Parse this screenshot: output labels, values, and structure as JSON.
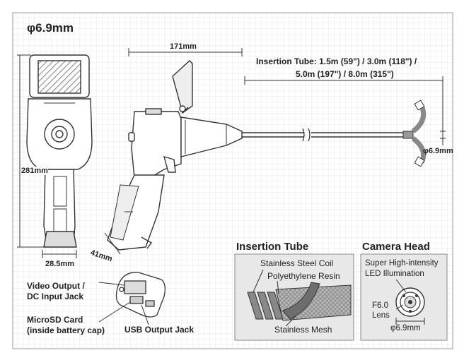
{
  "title": "φ6.9mm",
  "dimensions": {
    "width_body": "171mm",
    "height": "281mm",
    "width_front": "28.5mm",
    "depth": "41mm",
    "tube_diameter": "φ6.9mm"
  },
  "insertion_tube_lengths": {
    "line1": "Insertion Tube: 1.5m (59\") / 3.0m (118\") /",
    "line2": "5.0m (197\") / 8.0m (315\")"
  },
  "ports": {
    "video_output_line1": "Video Output /",
    "video_output_line2": "DC Input Jack",
    "microsd_line1": "MicroSD Card",
    "microsd_line2": "(inside battery cap)",
    "usb": "USB Output Jack"
  },
  "insertion_tube_panel": {
    "heading": "Insertion Tube",
    "layer1": "Stainless Steel Coil",
    "layer2": "Polyethylene Resin",
    "layer3": "Stainless Mesh"
  },
  "camera_head_panel": {
    "heading": "Camera Head",
    "led_line1": "Super High-intensity",
    "led_line2": "LED Illumination",
    "lens_line1": "F6.0",
    "lens_line2": "Lens",
    "diameter": "φ6.9mm"
  },
  "colors": {
    "grid": "#e6e6e6",
    "outline": "#333333",
    "body_fill": "#ffffff",
    "panel_fill": "#e8e8e8",
    "mesh_gray": "#9a9a9a",
    "resin_gray": "#6e6e6e"
  }
}
